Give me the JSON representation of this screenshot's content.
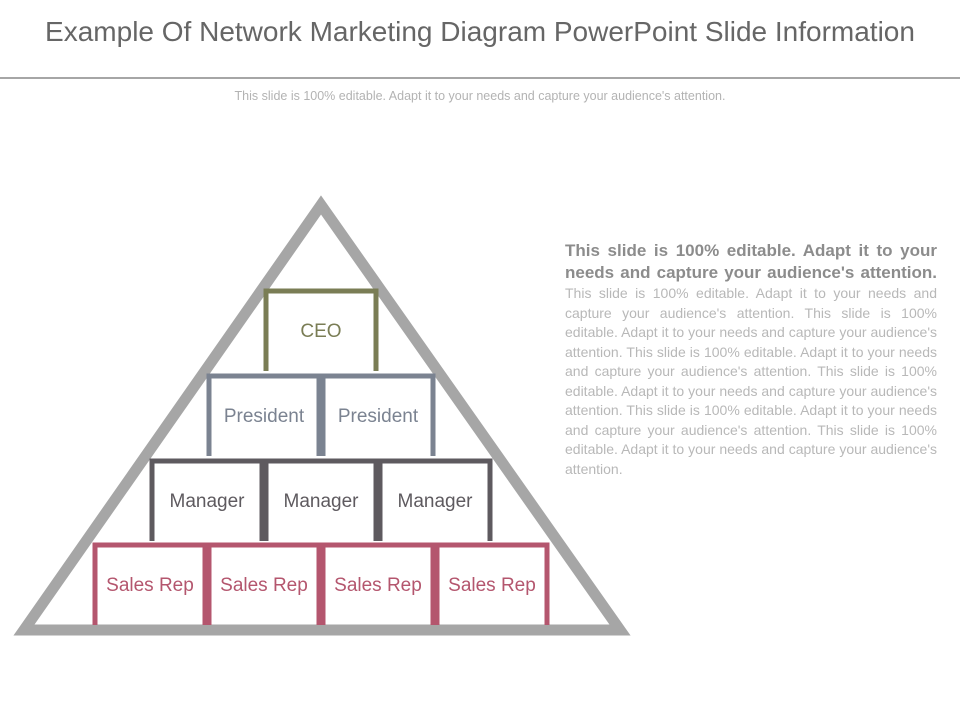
{
  "slide": {
    "title": "Example Of Network Marketing Diagram PowerPoint Slide Information",
    "subtitle": "This slide is 100% editable. Adapt it to your needs and capture your audience's attention."
  },
  "colors": {
    "triangle": "#a6a6a6",
    "ceo": "#7a7d55",
    "president": "#7b8391",
    "manager": "#5e5a5f",
    "sales_rep": "#b4566e"
  },
  "pyramid": {
    "tiers": [
      {
        "name": "ceo",
        "color_key": "ceo",
        "labels": [
          "CEO"
        ]
      },
      {
        "name": "president",
        "color_key": "president",
        "labels": [
          "President",
          "President"
        ]
      },
      {
        "name": "manager",
        "color_key": "manager",
        "labels": [
          "Manager",
          "Manager",
          "Manager"
        ]
      },
      {
        "name": "sales-rep",
        "color_key": "sales_rep",
        "labels": [
          "Sales Rep",
          "Sales Rep",
          "Sales Rep",
          "Sales Rep"
        ]
      }
    ]
  },
  "side_text": {
    "lead": "This slide is 100% editable. Adapt it to your needs and capture your audience's attention.",
    "body": " This slide is 100% editable. Adapt it to your needs and capture your audience's attention. This slide is 100% editable. Adapt it to your needs and capture your audience's attention. This slide is 100% editable. Adapt it to your needs and capture your audience's attention. This slide is 100% editable. Adapt it to your needs and capture your audience's attention. This slide is 100% editable. Adapt it to your needs and capture your audience's attention. This slide is 100% editable. Adapt it to your needs and capture your audience's attention."
  }
}
